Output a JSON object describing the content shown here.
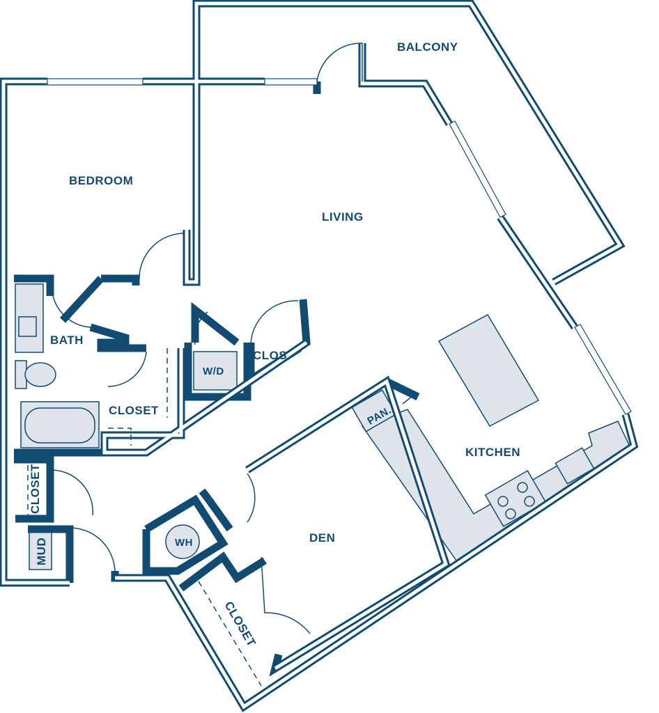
{
  "title": "Floor plan",
  "colors": {
    "wall": "#124b72",
    "fixture": "#dfe4ea"
  },
  "rooms": {
    "balcony": "BALCONY",
    "bedroom": "BEDROOM",
    "living": "LIVING",
    "bath": "BATH",
    "wd": "W/D",
    "clos": "CLOS.",
    "bath_closet": "CLOSET",
    "pantry": "PAN.",
    "kitchen": "KITCHEN",
    "entry_closet": "CLOSET",
    "mud": "MUD",
    "wh": "WH",
    "den": "DEN",
    "den_closet": "CLOSET"
  }
}
